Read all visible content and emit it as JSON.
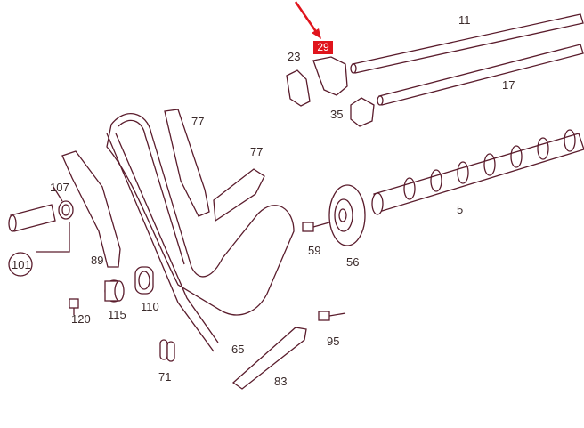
{
  "diagram": {
    "highlighted_label": "29",
    "highlight_color": "#e0141c",
    "line_color": "#5a1c2c",
    "labels": [
      "11",
      "17",
      "23",
      "35",
      "77",
      "77",
      "107",
      "5",
      "59",
      "56",
      "101",
      "89",
      "120",
      "115",
      "110",
      "95",
      "65",
      "71",
      "83"
    ]
  }
}
